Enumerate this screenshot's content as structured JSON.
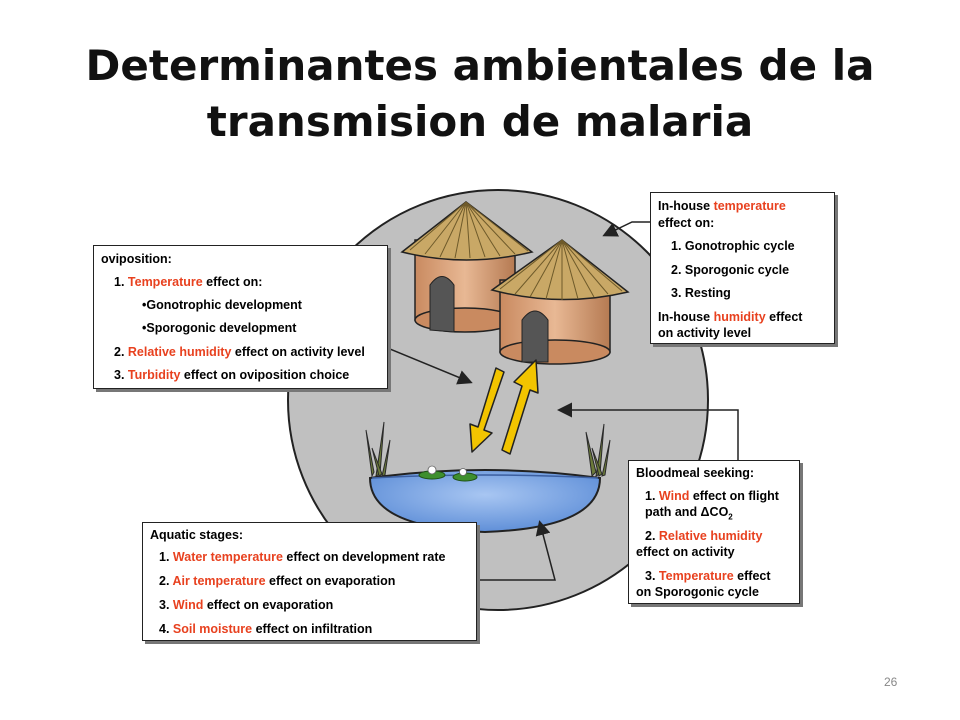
{
  "slide": {
    "title_line1": "Determinantes ambientales de la",
    "title_line2": "transmision de malaria",
    "page_number": "26"
  },
  "oviposition": {
    "heading": "oviposition:",
    "l1_num": "1. ",
    "l1_red": "Temperature",
    "l1_rest": " effect on:",
    "l2": "•Gonotrophic development",
    "l3": "•Sporogonic development",
    "l4_num": "2. ",
    "l4_red": "Relative humidity",
    "l4_rest": " effect on activity level",
    "l5_num": "3. ",
    "l5_red": "Turbidity",
    "l5_rest": " effect on oviposition choice"
  },
  "inhouse": {
    "l1_pre": "In-house ",
    "l1_red": "temperature",
    "l2": "effect on:",
    "l3": "1. Gonotrophic cycle",
    "l4": "2. Sporogonic cycle",
    "l5": "3. Resting",
    "l6_pre": "In-house ",
    "l6_red": "humidity",
    "l6_rest": " effect",
    "l7": "on activity level"
  },
  "bloodmeal": {
    "heading": "Bloodmeal seeking:",
    "l1_num": "1. ",
    "l1_red": "Wind",
    "l1_rest": " effect on flight",
    "l2": "path and ΔCO",
    "l2_sub": "2",
    "l3_num": "2. ",
    "l3_red": "Relative humidity",
    "l4": "effect on activity",
    "l5_num": "3. ",
    "l5_red": "Temperature",
    "l5_rest": " effect",
    "l6": "on Sporogonic cycle"
  },
  "aquatic": {
    "heading": "Aquatic stages:",
    "l1_num": "1. ",
    "l1_red": "Water temperature",
    "l1_rest": " effect on development rate",
    "l2_num": "2. ",
    "l2_red": "Air temperature",
    "l2_rest": " effect on evaporation",
    "l3_num": "3. ",
    "l3_red": "Wind",
    "l3_rest": " effect on evaporation",
    "l4_num": "4. ",
    "l4_red": "Soil moisture",
    "l4_rest": " effect on infiltration"
  },
  "colors": {
    "highlight": "#e8411f",
    "circle": "#c0c0c0",
    "water": "#7ba7e6",
    "hut_wall": "#d9a27a",
    "roof": "#c9a866",
    "arrow": "#f2c400"
  }
}
